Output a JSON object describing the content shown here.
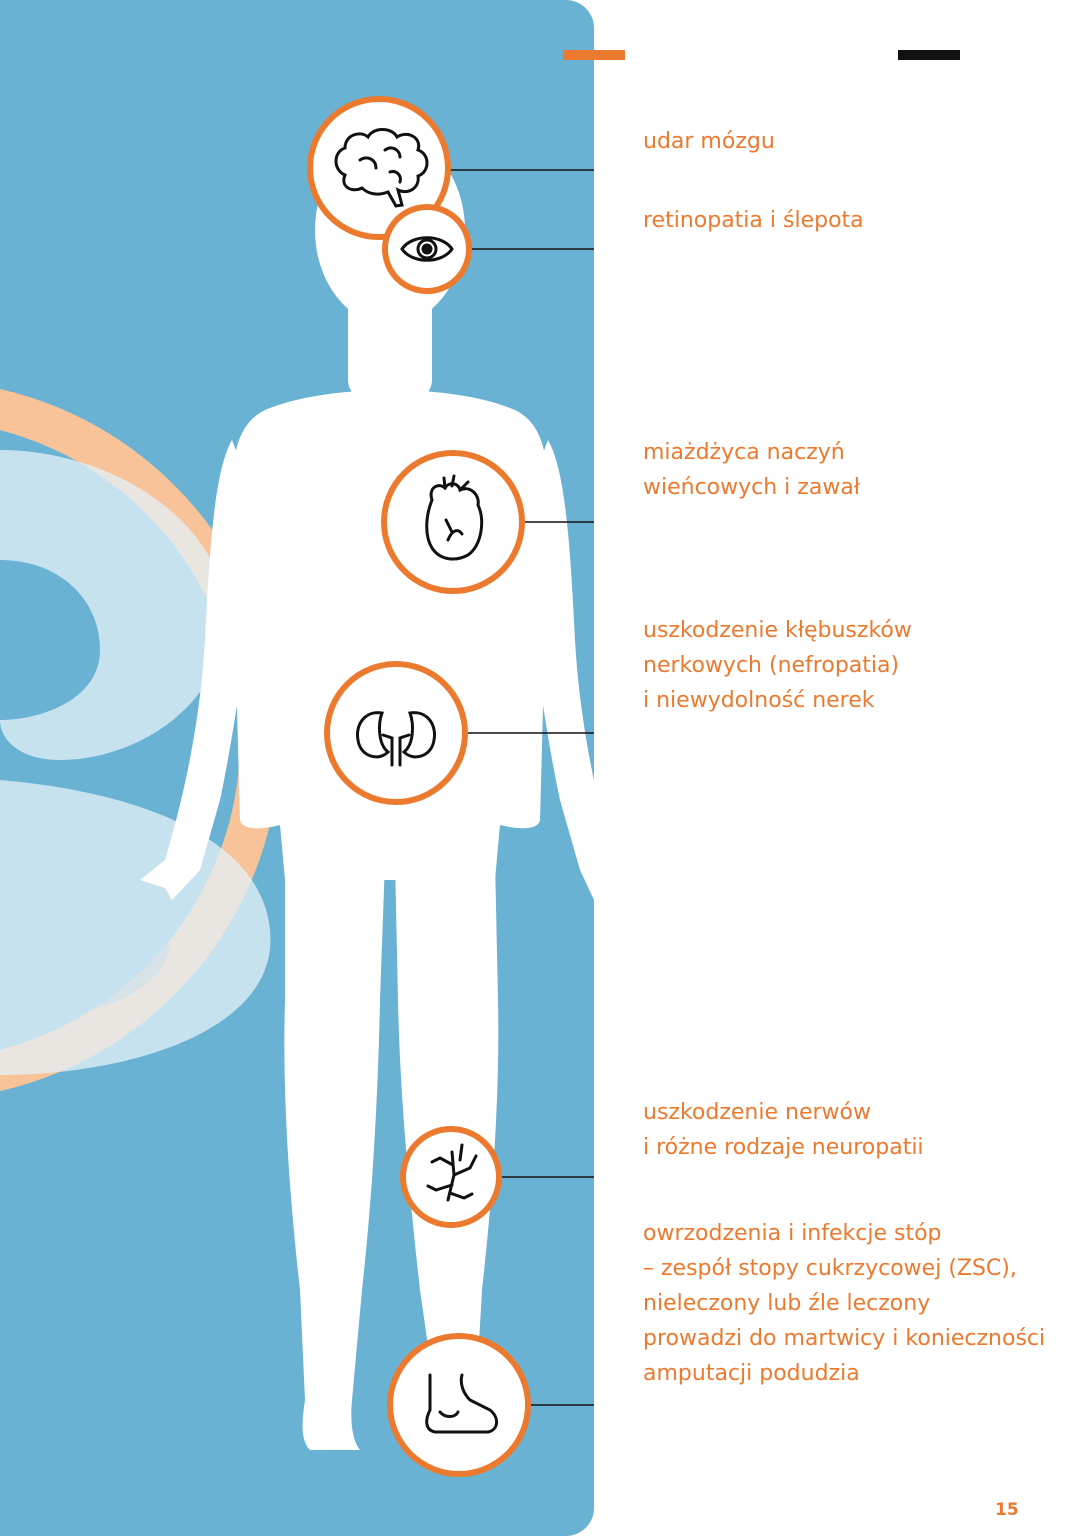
{
  "colors": {
    "blue": "#6ab2d3",
    "orange": "#ec7a2e",
    "peach": "#f9c39a",
    "black": "#111111"
  },
  "icons": [
    "brain-icon",
    "eye-icon",
    "heart-icon",
    "kidneys-icon",
    "nerves-icon",
    "foot-icon"
  ],
  "labels": {
    "brain": "udar mózgu",
    "eye": "retinopatia i ślepota",
    "heart": "miażdżyca naczyń\nwieńcowych i zawał",
    "kidneys": "uszkodzenie kłębuszków\nnerkowych (nefropatia)\ni niewydolność nerek",
    "nerves": "uszkodzenie nerwów\ni różne rodzaje neuropatii",
    "foot": " owrzodzenia i infekcje stóp\n– zespół stopy cukrzycowej (ZSC),\nnieleczony lub źle leczony\nprowadzi do martwicy i konieczności\namputacji podudzia"
  },
  "page_number": "15"
}
